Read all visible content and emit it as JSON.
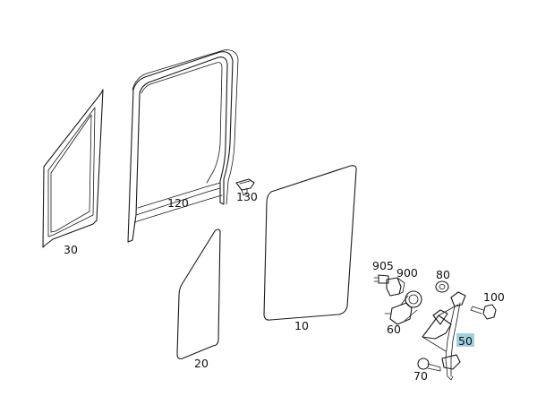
{
  "diagram": {
    "highlight_color": "#9fd0e0",
    "highlighted_part": "50",
    "parts": [
      {
        "id": "window-frame-seal",
        "label": "120"
      },
      {
        "id": "quarter-window-seal",
        "label": "30"
      },
      {
        "id": "clip",
        "label": "130"
      },
      {
        "id": "door-glass",
        "label": "10"
      },
      {
        "id": "quarter-glass",
        "label": "20"
      },
      {
        "id": "connector",
        "label": "905"
      },
      {
        "id": "plug",
        "label": "900"
      },
      {
        "id": "bushing",
        "label": "80"
      },
      {
        "id": "bolt-upper",
        "label": "100"
      },
      {
        "id": "motor",
        "label": "60"
      },
      {
        "id": "window-regulator",
        "label": "50"
      },
      {
        "id": "bolt-lower",
        "label": "70"
      }
    ]
  }
}
